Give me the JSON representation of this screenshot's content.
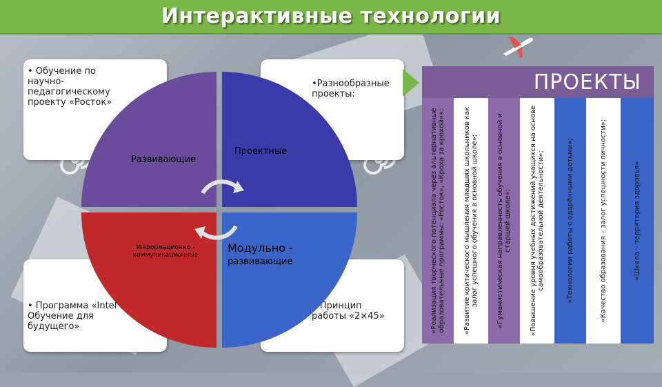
{
  "header": {
    "title": "Интерактивные технологии"
  },
  "cards": {
    "top_left": "• Обучение по научно-педагогическому проекту «Росток»",
    "top_right": "•Разнообразные проекты:",
    "bottom_left": "• Программа «Intel Обучение для будущего»",
    "bottom_right": "• Принцип работы «2×45»"
  },
  "quadrants": {
    "top_left": {
      "label": "Развивающие",
      "color": "#6a4c9c"
    },
    "top_right": {
      "label": "Проектные",
      "color": "#3a3aa8"
    },
    "bottom_left": {
      "label": "Информационно - коммуникационные",
      "color": "#c0282c"
    },
    "bottom_right": {
      "label_line1": "Модульно -",
      "label_line2": "развивающие",
      "color": "#3a64c8"
    }
  },
  "projects": {
    "title": "ПРОЕКТЫ",
    "items": [
      {
        "text": "«Реализация творческого потенциала через альтернативные образовательные программы: «Росток», «Кроха за крохой»»;",
        "color": "#8a6aa8"
      },
      {
        "text": "«Развитие критического мышления младших школьников как залог успешного обучения в основной школе»;",
        "color": "#ffffff"
      },
      {
        "text": "«Гуманистическая направленность обучения в основной и старшей школе»;",
        "color": "#8a6aa8"
      },
      {
        "text": "«Повышение уровня учебных достижений учащихся на основе самообразовательной деятельности»;",
        "color": "#ffffff"
      },
      {
        "text": "«Технологии работы с одарёнными детьми»;",
        "color": "#3a64c8"
      },
      {
        "text": "«Качество образования – залог успешности личности»;",
        "color": "#ffffff"
      },
      {
        "text": "«Школа – территория здоровья»",
        "color": "#3a64c8"
      }
    ]
  }
}
